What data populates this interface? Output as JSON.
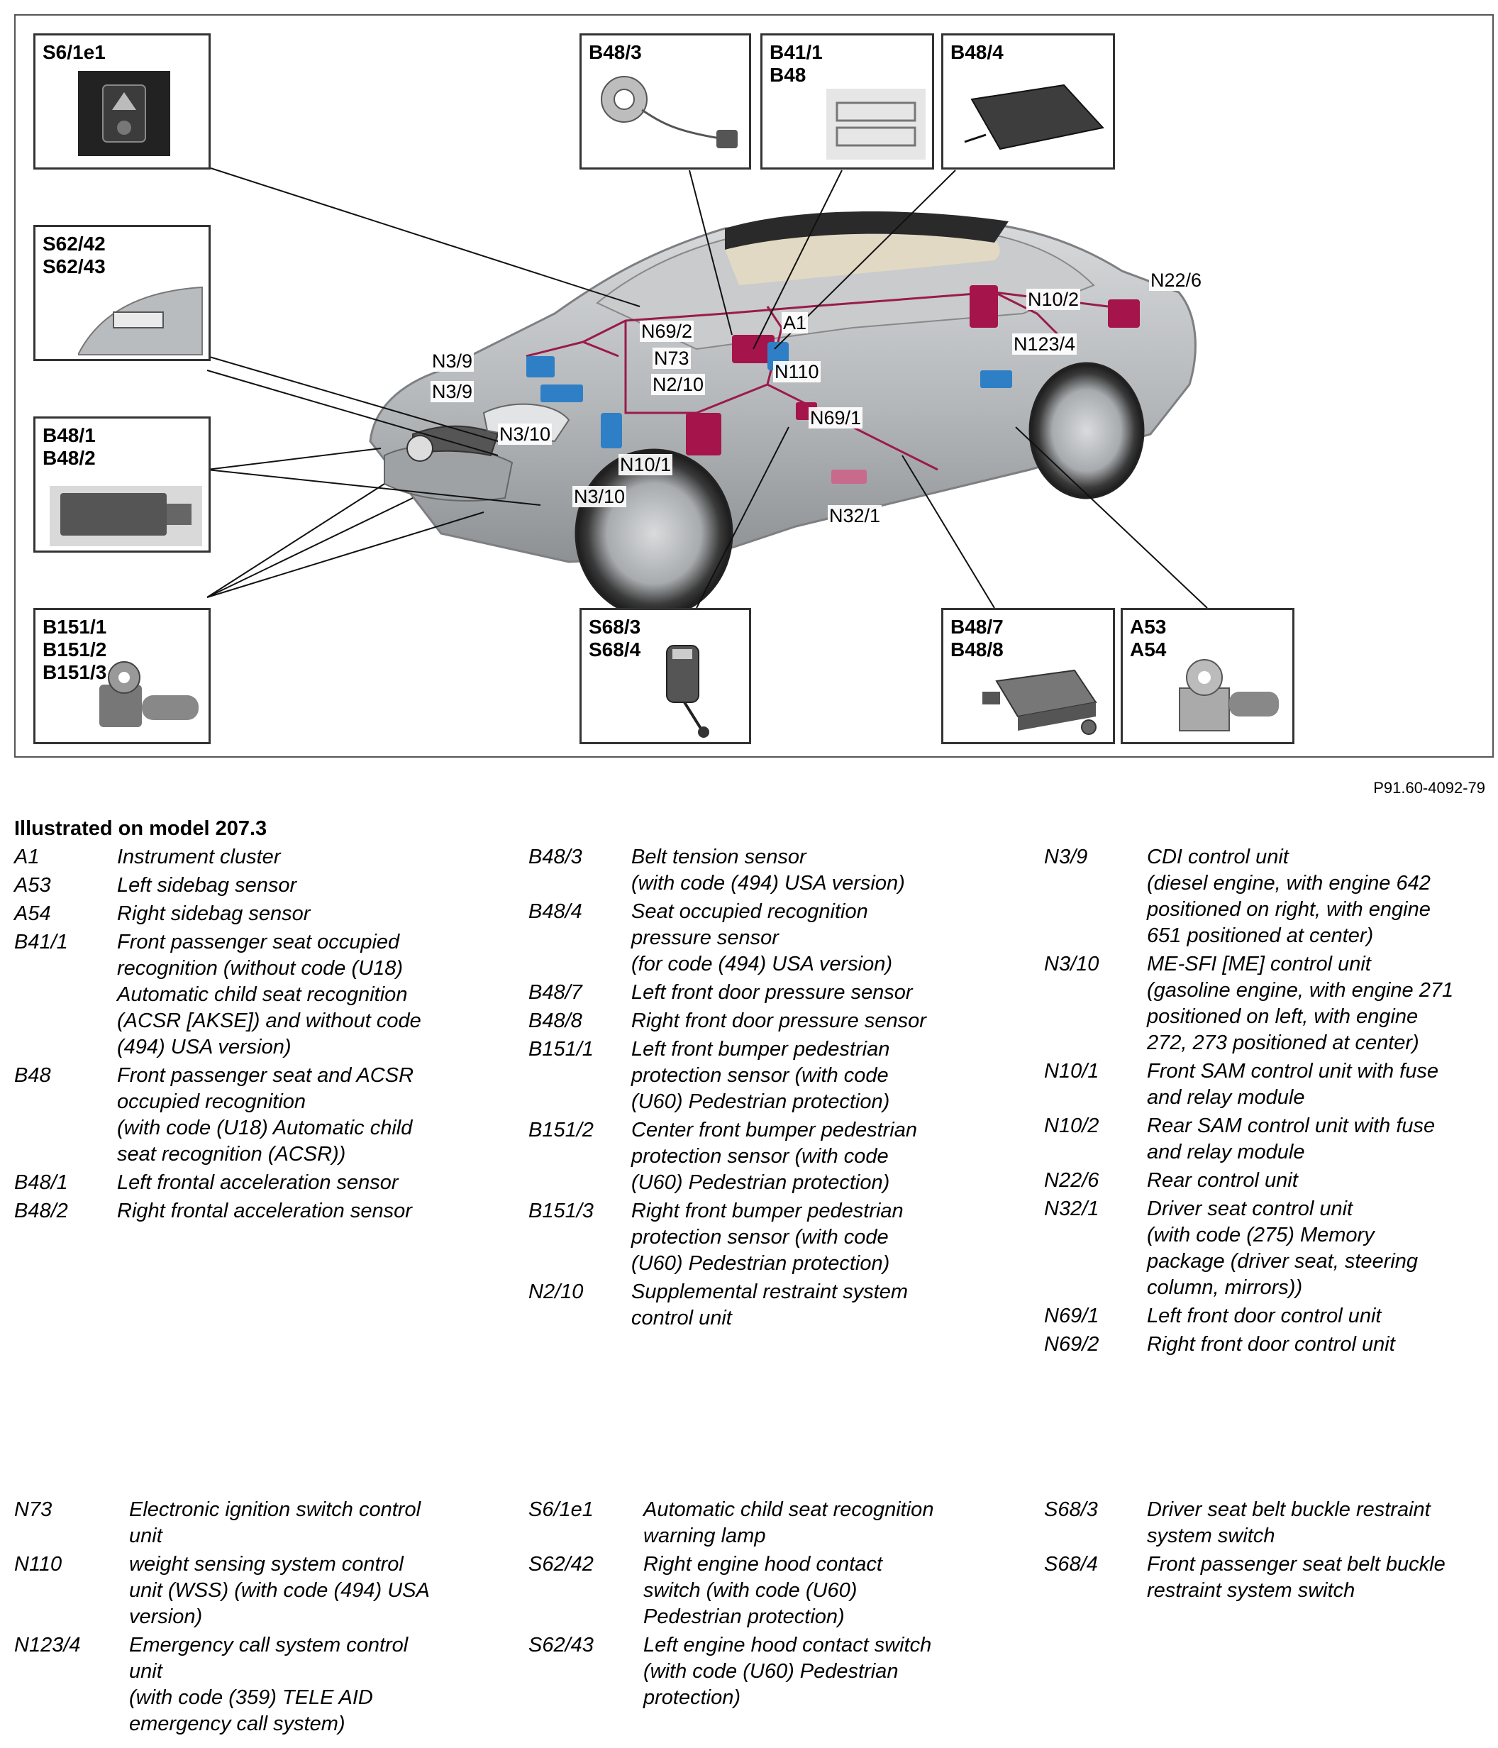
{
  "figure": {
    "boxes": [
      {
        "id": "s6",
        "label": "S6/1e1"
      },
      {
        "id": "b483",
        "label": "B48/3"
      },
      {
        "id": "b411",
        "label": "B41/1\nB48"
      },
      {
        "id": "b484",
        "label": "B48/4"
      },
      {
        "id": "s62",
        "label": "S62/42\nS62/43"
      },
      {
        "id": "b481",
        "label": "B48/1\nB48/2"
      },
      {
        "id": "b151",
        "label": "B151/1\nB151/2\nB151/3"
      },
      {
        "id": "s68",
        "label": "S68/3\nS68/4"
      },
      {
        "id": "b487",
        "label": "B48/7\nB48/8"
      },
      {
        "id": "a53",
        "label": "A53\nA54"
      }
    ],
    "callouts": [
      "N69/2",
      "A1",
      "N3/9",
      "N73",
      "N110",
      "N3/9",
      "N2/10",
      "N3/10",
      "N69/1",
      "N10/1",
      "N3/10",
      "N32/1",
      "N10/2",
      "N22/6",
      "N123/4"
    ],
    "colors": {
      "car": "#b9bcbf",
      "module": "#a5144a",
      "module_blue": "#2f7fc6",
      "wiring": "#9a1b4a"
    }
  },
  "reference_code": "P91.60-4092-79",
  "heading": "Illustrated on model 207.3",
  "legend": {
    "col1": [
      {
        "code": "A1",
        "desc": "Instrument cluster"
      },
      {
        "code": "A53",
        "desc": "Left sidebag sensor"
      },
      {
        "code": "A54",
        "desc": "Right sidebag sensor"
      },
      {
        "code": "B41/1",
        "desc": "Front passenger seat occupied\nrecognition (without code (U18)\nAutomatic child seat recognition\n(ACSR [AKSE]) and without code\n(494) USA version)"
      },
      {
        "code": "B48",
        "desc": "Front passenger seat and ACSR\noccupied recognition\n(with code (U18) Automatic child\nseat recognition (ACSR))"
      },
      {
        "code": "B48/1",
        "desc": "Left frontal acceleration sensor"
      },
      {
        "code": "B48/2",
        "desc": "Right frontal acceleration sensor"
      }
    ],
    "col2": [
      {
        "code": "B48/3",
        "desc": "Belt tension sensor\n(with code (494) USA version)"
      },
      {
        "code": "B48/4",
        "desc": "Seat occupied recognition\npressure sensor\n(for code (494) USA version)"
      },
      {
        "code": "B48/7",
        "desc": "Left front door pressure sensor"
      },
      {
        "code": "B48/8",
        "desc": "Right front door pressure sensor"
      },
      {
        "code": "B151/1",
        "desc": "Left front bumper pedestrian\nprotection sensor (with code\n(U60) Pedestrian protection)"
      },
      {
        "code": "B151/2",
        "desc": "Center front bumper pedestrian\nprotection sensor (with code\n(U60) Pedestrian protection)"
      },
      {
        "code": "B151/3",
        "desc": "Right front bumper pedestrian\nprotection sensor (with code\n(U60) Pedestrian protection)"
      },
      {
        "code": "N2/10",
        "desc": "Supplemental restraint system\ncontrol unit"
      }
    ],
    "col3": [
      {
        "code": "N3/9",
        "desc": "CDI control unit\n(diesel engine, with engine 642\npositioned on right, with engine\n651 positioned at center)"
      },
      {
        "code": "N3/10",
        "desc": "ME-SFI [ME] control unit\n(gasoline engine, with engine 271\npositioned on left, with engine\n272, 273 positioned at center)"
      },
      {
        "code": "N10/1",
        "desc": "Front SAM control unit with fuse\nand relay module"
      },
      {
        "code": "N10/2",
        "desc": "Rear SAM control unit with fuse\nand relay module"
      },
      {
        "code": "N22/6",
        "desc": "Rear control unit"
      },
      {
        "code": "N32/1",
        "desc": "Driver seat control unit\n(with code (275) Memory\npackage (driver seat, steering\ncolumn, mirrors))"
      },
      {
        "code": "N69/1",
        "desc": "Left front door control unit"
      },
      {
        "code": "N69/2",
        "desc": "Right front door control unit"
      }
    ],
    "col4": [
      {
        "code": "N73",
        "desc": "Electronic ignition switch control\nunit"
      },
      {
        "code": "N110",
        "desc": "weight sensing system control\nunit (WSS) (with code (494) USA\nversion)"
      },
      {
        "code": "N123/4",
        "desc": "Emergency call system control\nunit\n(with code (359) TELE AID\nemergency call system)"
      }
    ],
    "col5": [
      {
        "code": "S6/1e1",
        "desc": "Automatic child seat recognition\nwarning lamp"
      },
      {
        "code": "S62/42",
        "desc": "Right engine hood contact\nswitch (with code (U60)\nPedestrian protection)"
      },
      {
        "code": "S62/43",
        "desc": "Left engine hood contact switch\n(with code (U60) Pedestrian\nprotection)"
      }
    ],
    "col6": [
      {
        "code": "S68/3",
        "desc": "Driver seat belt buckle restraint\nsystem switch"
      },
      {
        "code": "S68/4",
        "desc": "Front passenger seat belt buckle\nrestraint system switch"
      }
    ]
  }
}
